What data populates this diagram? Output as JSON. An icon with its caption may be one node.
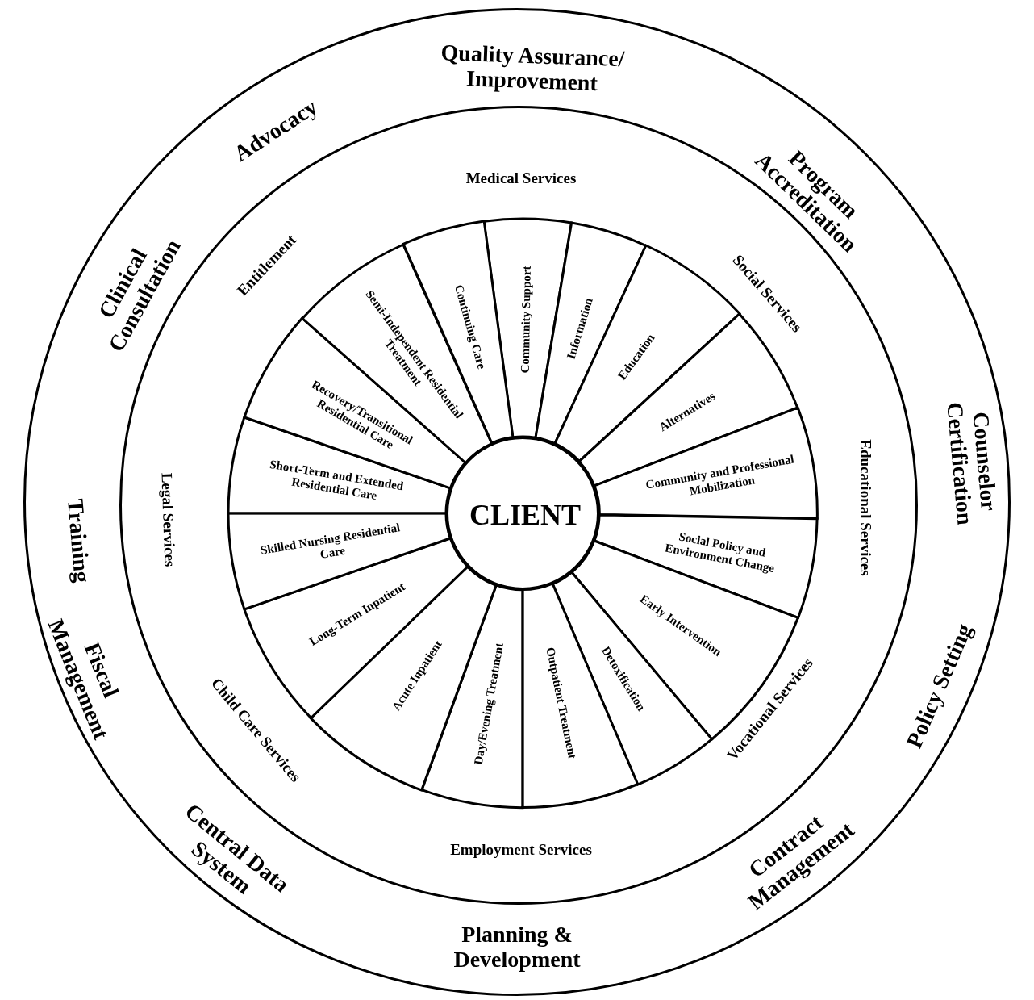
{
  "diagram": {
    "nodes": [
      {
        "text": [],
        "shape": "circle"
      },
      {
        "text": [
          "Medical Services",
          "Social Services",
          "Educational Services",
          "Vocational Services",
          "Employment Services",
          "Child Care Services",
          "Legal Services",
          "Entitlement"
        ],
        "in": 0
      },
      {
        "text": [
          "Community Support"
        ],
        "in": 1
      },
      {
        "text": [
          "Information"
        ],
        "in": 1
      },
      {
        "text": [
          "Education"
        ],
        "in": 1
      },
      {
        "text": [
          "Alternatives"
        ],
        "in": 1
      },
      {
        "text": [
          "Community and Professional Mobilization"
        ],
        "in": 1
      },
      {
        "text": [
          "Social Policy and Environment Change"
        ],
        "in": 1
      },
      {
        "text": [
          "Early Intervention"
        ],
        "in": 1
      },
      {
        "text": [
          "Detoxification"
        ],
        "in": 1
      },
      {
        "text": [
          "Outpatient Treatment"
        ],
        "in": 1
      },
      {
        "text": [
          "Day/Evening Treatment"
        ],
        "in": 1
      },
      {
        "text": [
          "Acute Inpatient"
        ],
        "in": 1
      },
      {
        "text": [
          "Long-Term Inpatient"
        ],
        "in": 1
      },
      {
        "text": [
          "Skilled Nursing Residential Care"
        ],
        "in": 1
      },
      {
        "text": [
          "Short-Term and Extended Residential Care"
        ],
        "in": 1
      },
      {
        "text": [
          "Recovery/Transitional Residential Care"
        ],
        "in": 1
      },
      {
        "text": [
          "Semi-Independent Residential Treatment"
        ],
        "in": 1
      },
      {
        "text": [
          "Continuing Care"
        ],
        "in": 1
      },
      {
        "text": [
          "CLIENT"
        ],
        "in": 1
      }
    ],
    "labels": [
      "Quality Assurance/ Improvement",
      "Advocacy",
      "Program Accreditation",
      "Clinical Consultation",
      "Counselor Certification",
      "Training",
      "Fiscal Management",
      "Policy Setting",
      "Central Data System",
      "Contract Management",
      "Planning & Development"
    ]
  }
}
